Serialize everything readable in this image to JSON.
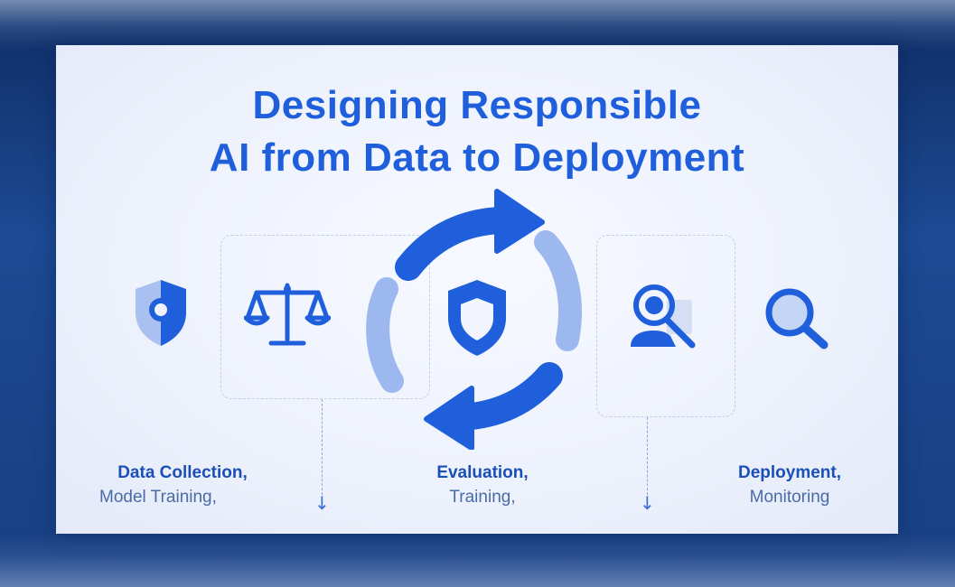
{
  "title": {
    "line1": "Designing Responsible",
    "line2": "AI from Data to Deployment"
  },
  "stages": [
    {
      "line1": "Data Collection,",
      "line2": "Model Training,"
    },
    {
      "line1": "Evaluation,",
      "line2": "Training,"
    },
    {
      "line1": "Deployment,",
      "line2": "Monitoring"
    }
  ],
  "icons": [
    "shield-check-icon",
    "balance-scale-icon",
    "cycle-arrows-icon",
    "shield-icon",
    "user-search-icon",
    "magnifier-icon"
  ],
  "colors": {
    "primary": "#1f5fdc",
    "light": "#9db8ef",
    "text_dark": "#1b4fb8"
  }
}
